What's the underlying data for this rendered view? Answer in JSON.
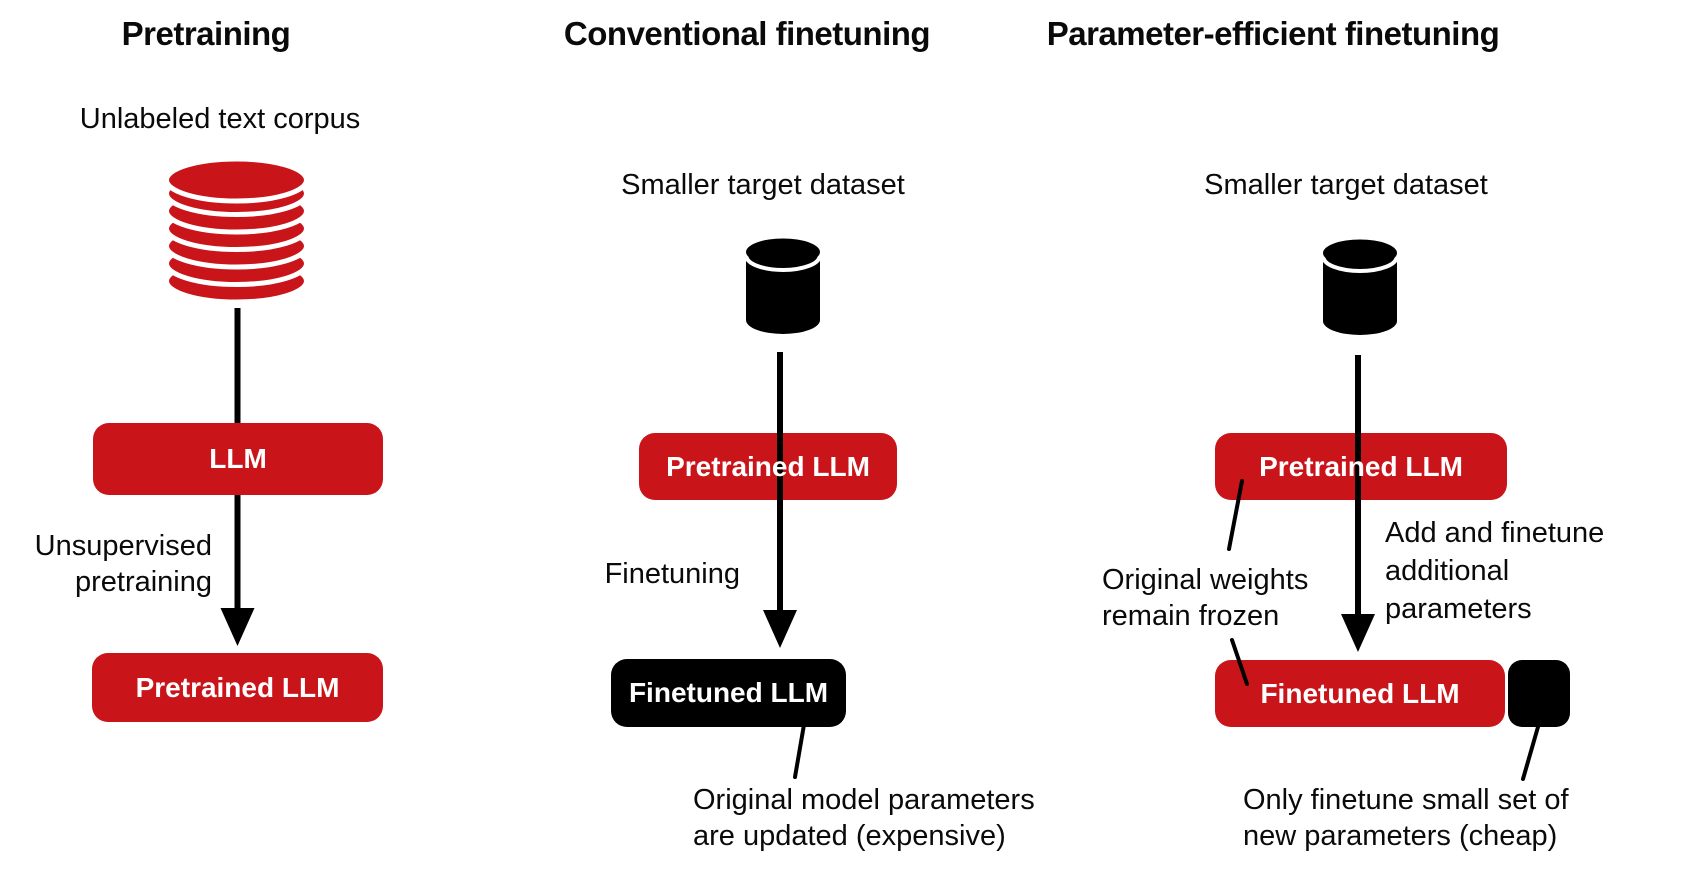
{
  "colors": {
    "accent_red": "#C9141A",
    "box_black": "#000000",
    "text_black": "#0A0A0A",
    "separator_white": "#FFFFFF"
  },
  "pretraining": {
    "title": "Pretraining",
    "corpus_label": "Unlabeled text corpus",
    "arrow_label_line1": "Unsupervised",
    "arrow_label_line2": "pretraining",
    "llm_box_label": "LLM",
    "result_box_label": "Pretrained LLM"
  },
  "conventional": {
    "title": "Conventional finetuning",
    "dataset_label": "Smaller target dataset",
    "arrow_label": "Finetuning",
    "model_box_label": "Pretrained LLM",
    "result_box_label": "Finetuned LLM",
    "note_line1": "Original model parameters",
    "note_line2": "are updated (expensive)"
  },
  "peft": {
    "title": "Parameter-efficient finetuning",
    "dataset_label": "Smaller target dataset",
    "model_box_label": "Pretrained LLM",
    "result_box_label": "Finetuned LLM",
    "frozen_note_line1": "Original weights",
    "frozen_note_line2": "remain frozen",
    "add_note_line1": "Add and finetune",
    "add_note_line2": "additional",
    "add_note_line3": "parameters",
    "cheap_note_line1": "Only finetune small set of",
    "cheap_note_line2": "new parameters (cheap)"
  }
}
